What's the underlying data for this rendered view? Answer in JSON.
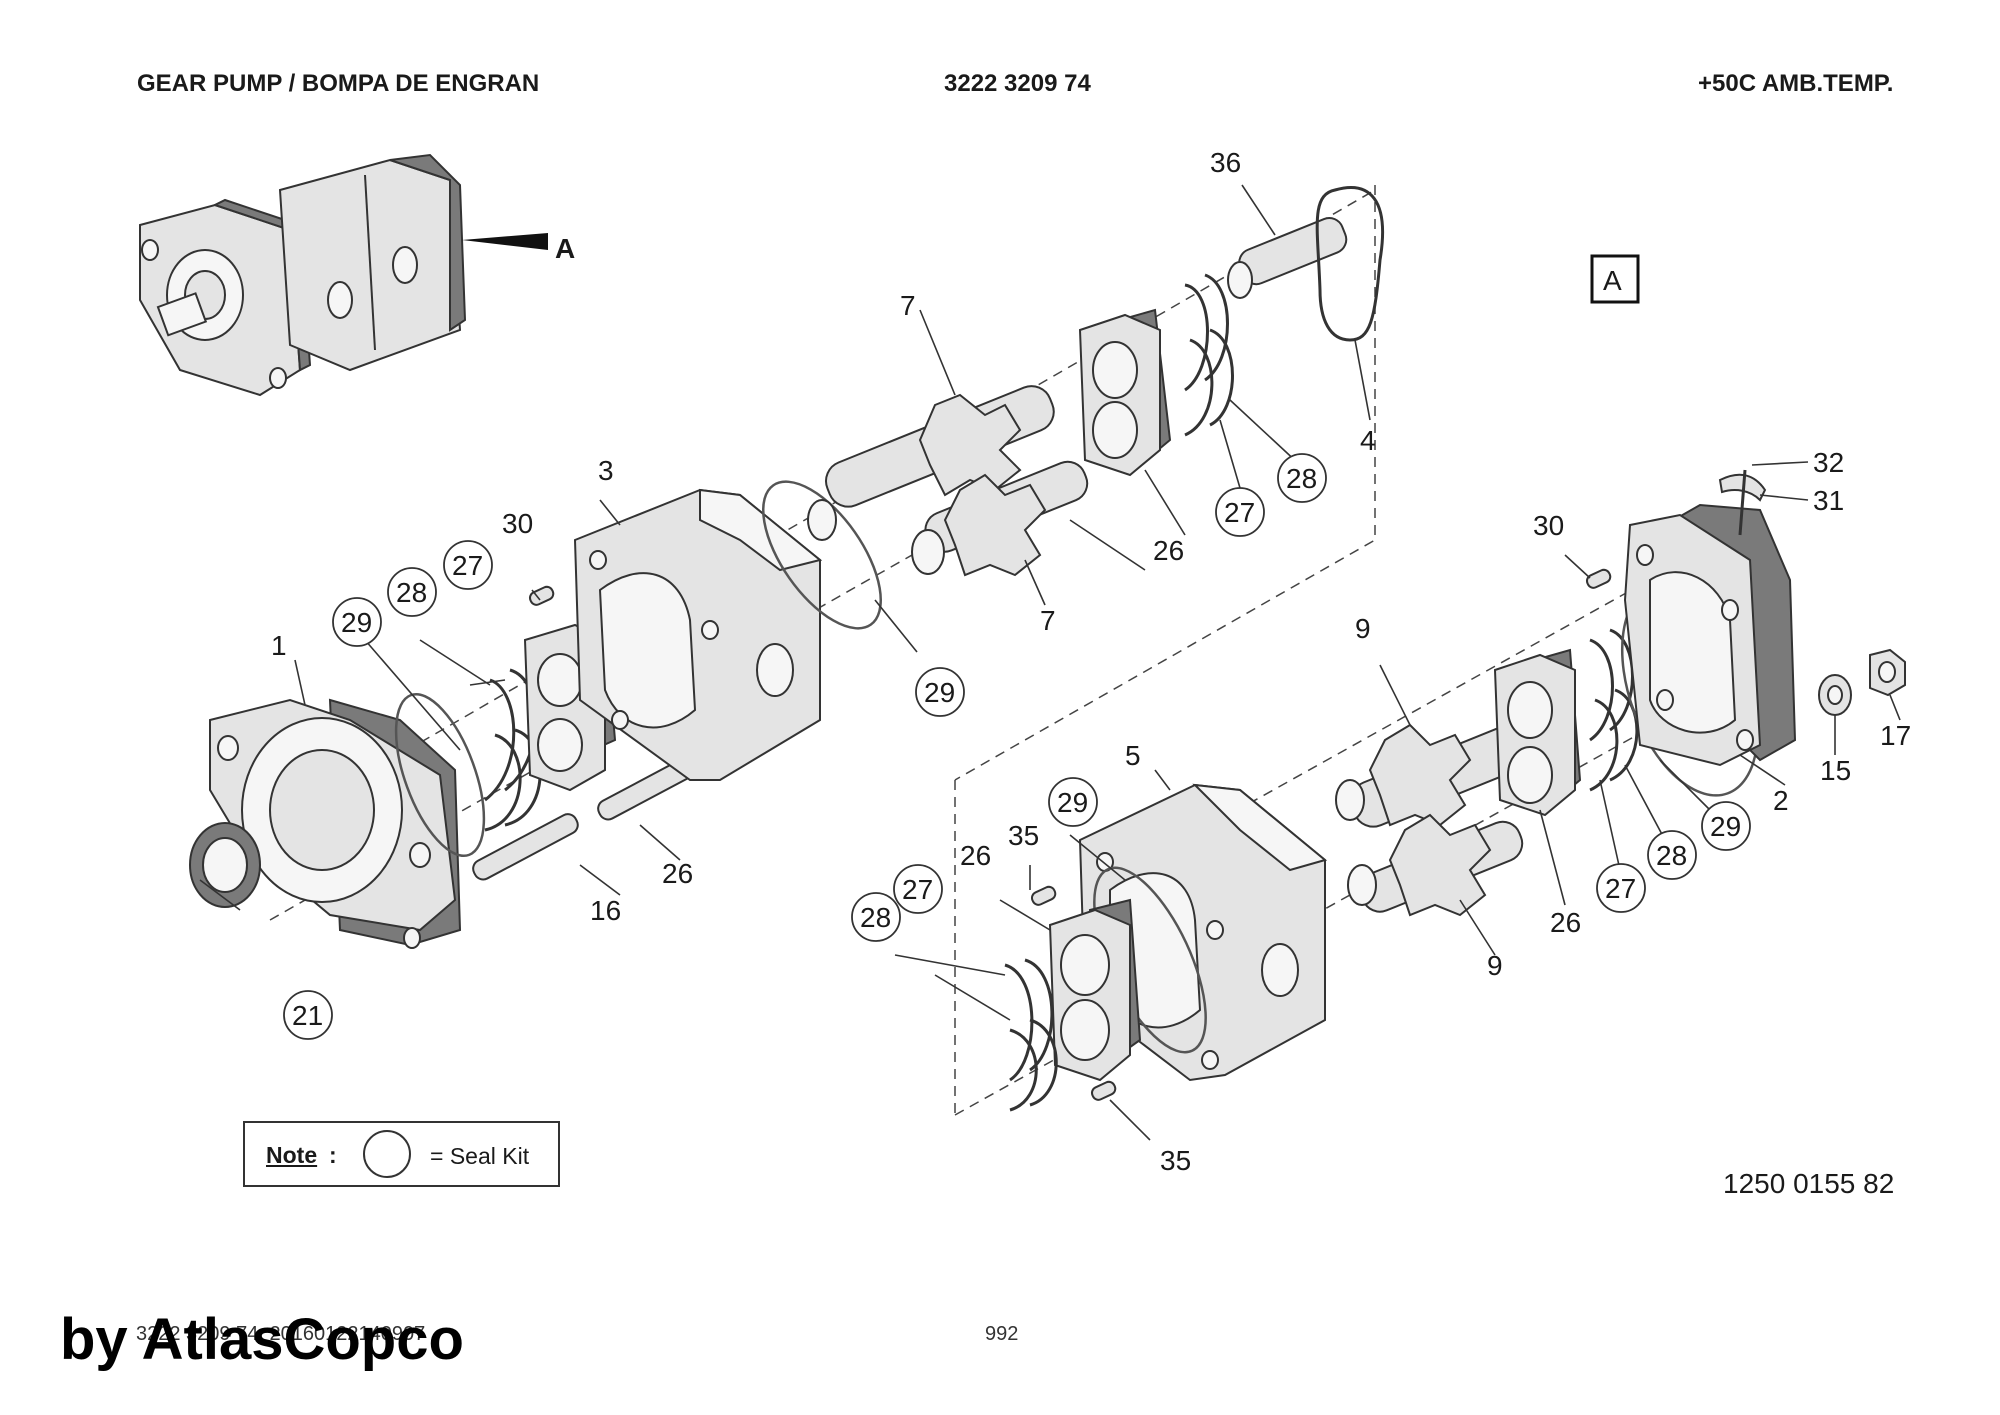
{
  "header": {
    "title": "GEAR PUMP / BOMPA DE ENGRAN",
    "part_number": "3222 3209 74",
    "condition": "+50C AMB.TEMP."
  },
  "view": {
    "pointer_label": "A",
    "view_box_label": "A"
  },
  "callouts": {
    "c1": "1",
    "c2": "2",
    "c3": "3",
    "c4": "4",
    "c5": "5",
    "c7a": "7",
    "c7b": "7",
    "c9a": "9",
    "c9b": "9",
    "c15": "15",
    "c16": "16",
    "c17": "17",
    "c21": "21",
    "c26a": "26",
    "c26b": "26",
    "c26c": "26",
    "c26d": "26",
    "c27a": "27",
    "c27b": "27",
    "c27c": "27",
    "c27d": "27",
    "c28a": "28",
    "c28b": "28",
    "c28c": "28",
    "c28d": "28",
    "c29a": "29",
    "c29b": "29",
    "c29c": "29",
    "c29d": "29",
    "c30a": "30",
    "c30b": "30",
    "c31": "31",
    "c32": "32",
    "c35a": "35",
    "c35b": "35",
    "c36": "36"
  },
  "note": {
    "label": "Note",
    "colon": ":",
    "text": "= Seal Kit"
  },
  "drawing_number": "1250 0155 82",
  "footer": {
    "file": "3222 3209 74_20160122140907",
    "page": "992"
  },
  "watermark": "by AtlasCopco"
}
